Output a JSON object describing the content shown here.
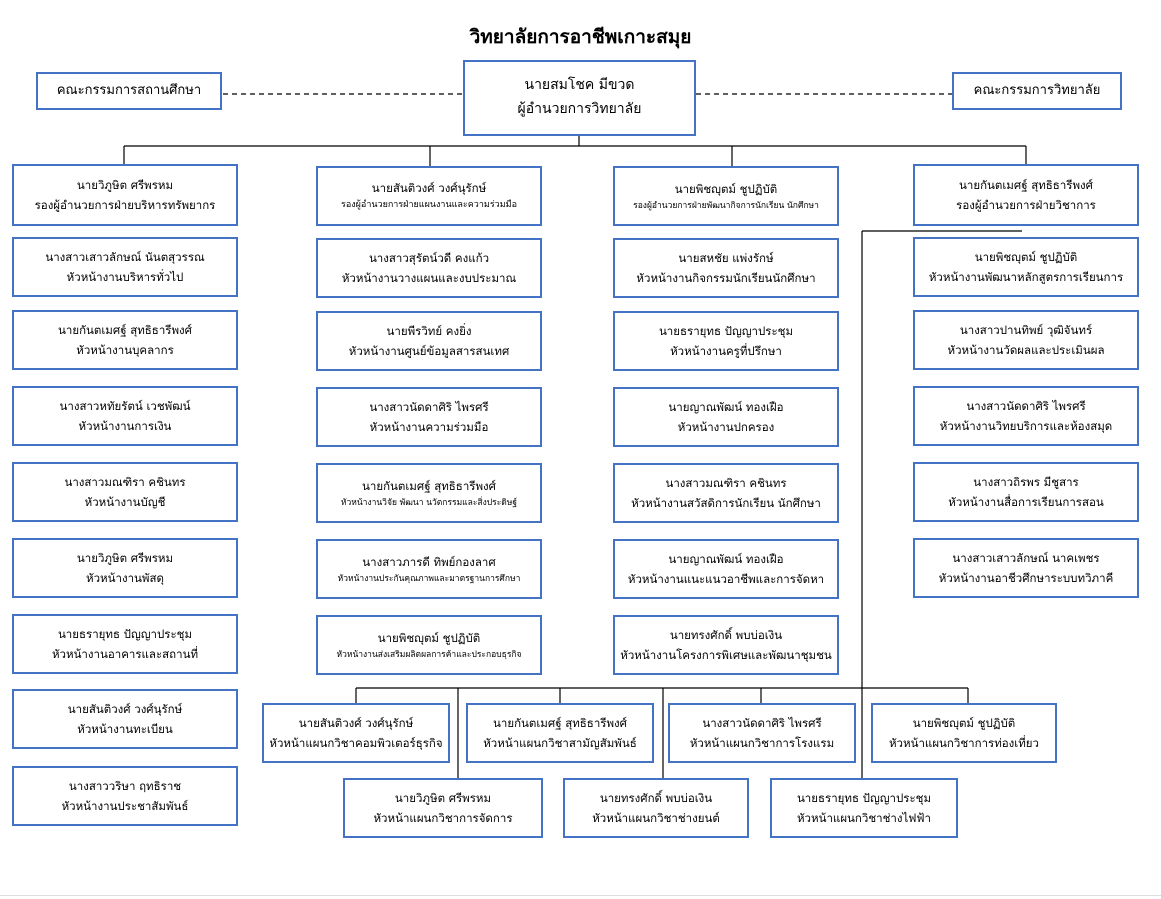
{
  "title": "วิทยาลัยการอาชีพเกาะสมุย",
  "director": {
    "name": "นายสมโชค  มีขวด",
    "role": "ผู้อำนวยการวิทยาลัย"
  },
  "side_left": "คณะกรรมการสถานศึกษา",
  "side_right": "คณะกรรมการวิทยาลัย",
  "columns": [
    {
      "head": {
        "name": "นายวิภูษิต   ศรีพรหม",
        "role": "รองผู้อำนวยการฝ่ายบริหารทรัพยากร"
      },
      "items": [
        {
          "name": "นางสาวเสาวลักษณ์   นันตสุวรรณ",
          "role": "หัวหน้างานบริหารทั่วไป"
        },
        {
          "name": "นายกันตเมศฐ์   สุทธิธารีพงศ์",
          "role": "หัวหน้างานบุคลากร"
        },
        {
          "name": "นางสาวหทัยรัตน์   เวชพัฒน์",
          "role": "หัวหน้างานการเงิน"
        },
        {
          "name": "นางสาวมณฑิรา   คชินทร",
          "role": "หัวหน้างานบัญชี"
        },
        {
          "name": "นายวิภูษิต   ศรีพรหม",
          "role": "หัวหน้างานพัสดุ"
        },
        {
          "name": "นายธรายุทธ   ปัญญาประชุม",
          "role": "หัวหน้างานอาคารและสถานที่"
        },
        {
          "name": "นายสันติวงศ์   วงศ์นุรักษ์",
          "role": "หัวหน้างานทะเบียน"
        },
        {
          "name": "นางสาววริษา   ฤทธิราช",
          "role": "หัวหน้างานประชาสัมพันธ์"
        }
      ]
    },
    {
      "head": {
        "name": "นายสันติวงศ์   วงศ์นุรักษ์",
        "role": "รองผู้อำนวยการฝ่ายแผนงานและความร่วมมือ"
      },
      "items": [
        {
          "name": "นางสาวสุรัตน์วดี   คงแก้ว",
          "role": "หัวหน้างานวางแผนและงบประมาณ"
        },
        {
          "name": "นายพีรวิทย์   คงยิ่ง",
          "role": "หัวหน้างานศูนย์ข้อมูลสารสนเทศ"
        },
        {
          "name": "นางสาวนัดดาศิริ   ไพรศรี",
          "role": "หัวหน้างานความร่วมมือ"
        },
        {
          "name": "นายกันตเมศฐ์   สุทธิธารีพงศ์",
          "role": "หัวหน้างานวิจัย พัฒนา นวัตกรรมและสิ่งประดิษฐ์"
        },
        {
          "name": "นางสาวภารดี   ทิพย์กองลาศ",
          "role": "หัวหน้างานประกันคุณภาพและมาตรฐานการศึกษา"
        },
        {
          "name": "นายพิชญุตม์   ชูปฏิบัติ",
          "role": "หัวหน้างานส่งเสริมผลิตผลการค้าและประกอบธุรกิจ"
        }
      ]
    },
    {
      "head": {
        "name": "นายพิชญุตม์   ชูปฏิบัติ",
        "role": "รองผู้อำนวยการฝ่ายพัฒนากิจการนักเรียน นักศึกษา"
      },
      "items": [
        {
          "name": "นายสหชัย   แพ่งรักษ์",
          "role": "หัวหน้างานกิจกรรมนักเรียนนักศึกษา"
        },
        {
          "name": "นายธรายุทธ   ปัญญาประชุม",
          "role": "หัวหน้างานครูที่ปรึกษา"
        },
        {
          "name": "นายญาณพัฒน์   ทองเฝือ",
          "role": "หัวหน้างานปกครอง"
        },
        {
          "name": "นางสาวมณฑิรา   คชินทร",
          "role": "หัวหน้างานสวัสดิการนักเรียน นักศึกษา"
        },
        {
          "name": "นายญาณพัฒน์   ทองเฝือ",
          "role": "หัวหน้างานแนะแนวอาชีพและการจัดหา"
        },
        {
          "name": "นายทรงศักดิ์   พบบ่อเงิน",
          "role": "หัวหน้างานโครงการพิเศษและพัฒนาชุมชน"
        }
      ]
    },
    {
      "head": {
        "name": "นายกันตเมศฐ์   สุทธิธารีพงศ์",
        "role": "รองผู้อำนวยการฝ่ายวิชาการ"
      },
      "items": [
        {
          "name": "นายพิชญุตม์   ชูปฏิบัติ",
          "role": "หัวหน้างานพัฒนาหลักสูตรการเรียนการ"
        },
        {
          "name": "นางสาวปานทิพย์   วุฒิจันทร์",
          "role": "หัวหน้างานวัดผลและประเมินผล"
        },
        {
          "name": "นางสาวนัดดาศิริ   ไพรศรี",
          "role": "หัวหน้างานวิทยบริการและห้องสมุด"
        },
        {
          "name": "นางสาวถิรพร   มีชูสาร",
          "role": "หัวหน้างานสื่อการเรียนการสอน"
        },
        {
          "name": "นางสาวเสาวลักษณ์   นาคเพชร",
          "role": "หัวหน้างานอาชีวศึกษาระบบทวิภาคี"
        }
      ]
    }
  ],
  "departments_row1": [
    {
      "name": "นายสันติวงศ์   วงศ์นุรักษ์",
      "role": "หัวหน้าแผนกวิชาคอมพิวเตอร์ธุรกิจ"
    },
    {
      "name": "นายกันตเมศฐ์   สุทธิธารีพงศ์",
      "role": "หัวหน้าแผนกวิชาสามัญสัมพันธ์"
    },
    {
      "name": "นางสาวนัดดาศิริ   ไพรศรี",
      "role": "หัวหน้าแผนกวิชาการโรงแรม"
    },
    {
      "name": "นายพิชญุตม์   ชูปฏิบัติ",
      "role": "หัวหน้าแผนกวิชาการท่องเที่ยว"
    }
  ],
  "departments_row2": [
    {
      "name": "นายวิภูษิต   ศรีพรหม",
      "role": "หัวหน้าแผนกวิชาการจัดการ"
    },
    {
      "name": "นายทรงศักดิ์   พบบ่อเงิน",
      "role": "หัวหน้าแผนกวิชาช่างยนต์"
    },
    {
      "name": "นายธรายุทธ   ปัญญาประชุม",
      "role": "หัวหน้าแผนกวิชาช่างไฟฟ้า"
    }
  ],
  "colors": {
    "box_border": "#4472c4",
    "line": "#000000"
  }
}
